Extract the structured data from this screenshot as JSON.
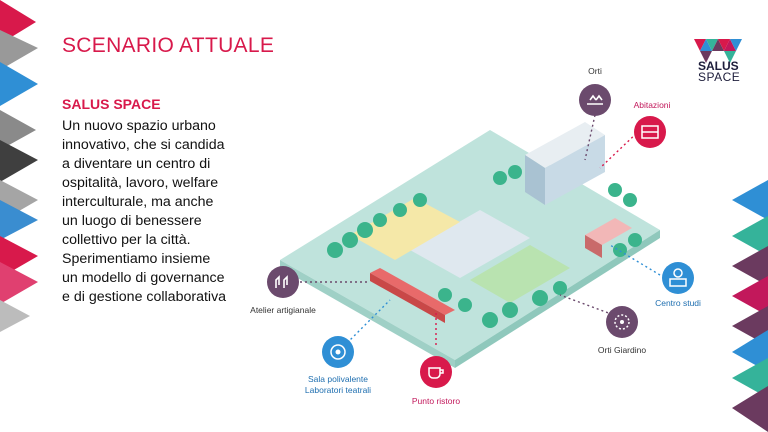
{
  "slide": {
    "title": "SCENARIO ATTUALE",
    "subtitle": "SALUS SPACE",
    "body_lines": [
      "Un nuovo spazio urbano",
      "innovativo, che si candida",
      "a diventare un centro di",
      "ospitalità, lavoro, welfare",
      "interculturale, ma anche",
      "un luogo di benessere",
      "collettivo per la città.",
      "Sperimentiamo insieme",
      "un modello di governance",
      "e di gestione collaborativa"
    ]
  },
  "logo": {
    "line1": "SALUS",
    "line2": "SPACE"
  },
  "map_labels": {
    "orti": "Orti",
    "abitazioni": "Abitazioni",
    "atelier": "Atelier artigianale",
    "centro_studi": "Centro studi",
    "orti_giardino": "Orti Giardino",
    "sala_line1": "Sala polivalente",
    "sala_line2": "Laboratori teatrali",
    "punto_ristoro": "Punto ristoro"
  },
  "colors": {
    "accent_red": "#d8194b",
    "purple": "#6b4a6d",
    "blue": "#2f8fd5",
    "teal": "#35b39a",
    "dark": "#1d1d3b"
  },
  "icons": [
    "orti-icon",
    "abitazioni-icon",
    "atelier-icon",
    "centro-studi-icon",
    "orti-giardino-icon",
    "sala-polivalente-icon",
    "punto-ristoro-icon"
  ]
}
